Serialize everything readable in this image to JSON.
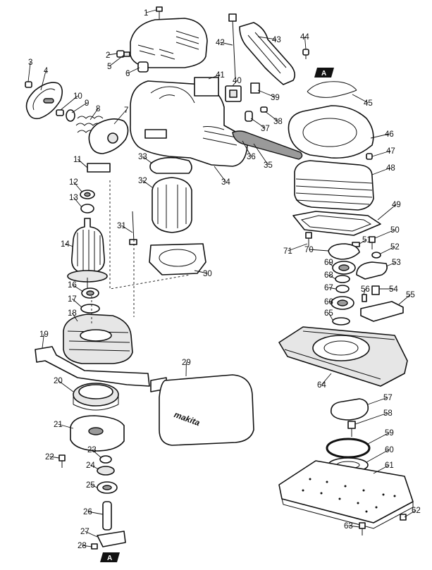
{
  "diagram": {
    "brand_label": "makita",
    "marker_label": "A",
    "callouts": [
      "1",
      "2",
      "3",
      "4",
      "5",
      "6",
      "7",
      "8",
      "9",
      "10",
      "11",
      "12",
      "13",
      "14",
      "16",
      "17",
      "18",
      "19",
      "20",
      "21",
      "22",
      "23",
      "24",
      "25",
      "26",
      "27",
      "28",
      "29",
      "30",
      "31",
      "32",
      "33",
      "34",
      "35",
      "36",
      "37",
      "38",
      "39",
      "40",
      "41",
      "42",
      "43",
      "44",
      "45",
      "46",
      "47",
      "48",
      "49",
      "50",
      "51",
      "52",
      "53",
      "54",
      "55",
      "56",
      "57",
      "58",
      "59",
      "60",
      "61",
      "62",
      "63",
      "64",
      "65",
      "66",
      "67",
      "68",
      "69",
      "70",
      "71"
    ]
  }
}
